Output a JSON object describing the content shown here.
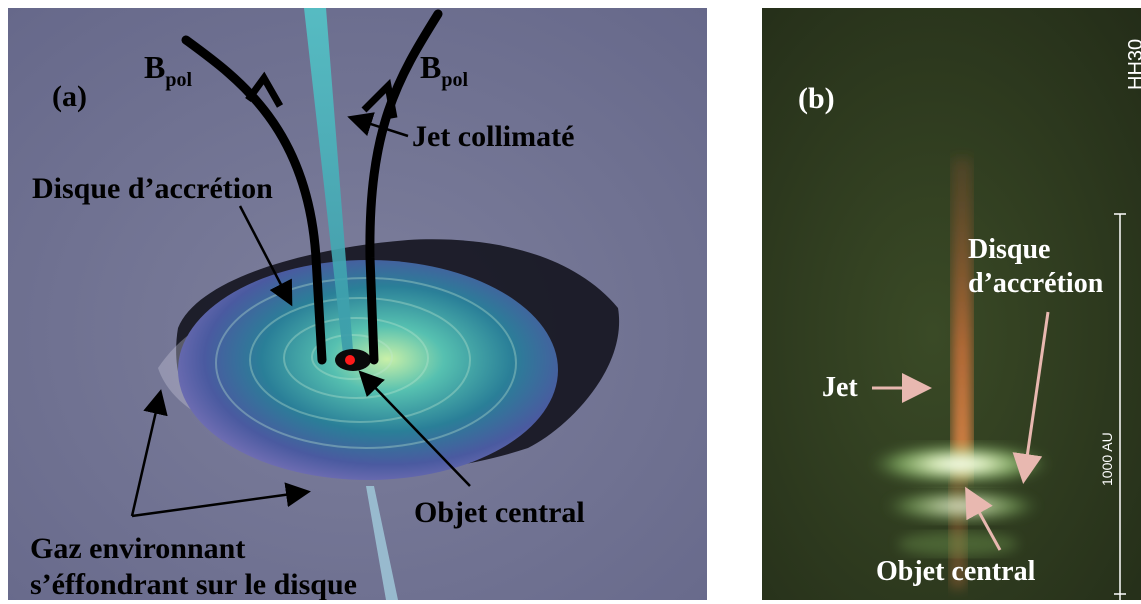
{
  "panel_a": {
    "panel_label": "(a)",
    "b_pol_left": {
      "main": "B",
      "sub": "pol"
    },
    "b_pol_right": {
      "main": "B",
      "sub": "pol"
    },
    "jet_label": "Jet collimaté",
    "disk_label": "Disque d’accrétion",
    "central_label": "Objet central",
    "gas_label_line1": "Gaz environnant",
    "gas_label_line2": "s’éffondrant sur le disque"
  },
  "panel_b": {
    "panel_label": "(b)",
    "object_name": "HH30",
    "disk_label_line1": "Disque",
    "disk_label_line2": "d’accrétion",
    "jet_label": "Jet",
    "central_label": "Objet central",
    "scale_label": "1000 AU"
  },
  "colors": {
    "panel_a_background": "#6f7191",
    "panel_b_background": "#2e3a1f",
    "disk": "#3a9aa0",
    "jet_a": "#4fb3b8",
    "jet_b": "#c06a3a",
    "arrow_b": "#e8b8b0",
    "central_object": "#ff1a1a"
  }
}
